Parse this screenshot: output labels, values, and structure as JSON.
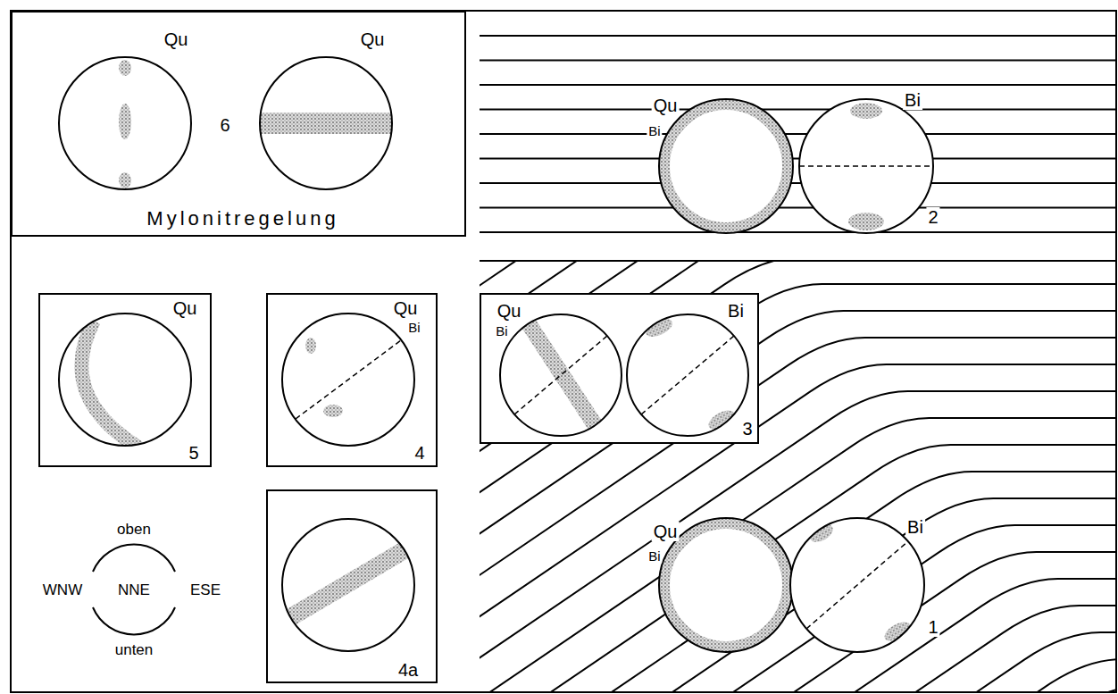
{
  "diagram": {
    "nodes": [
      {
        "text": [
          "Qu",
          "6",
          "Qu",
          "Mylonitregelung"
        ]
      },
      {
        "text": [
          "Qu",
          "5"
        ]
      },
      {
        "text": [
          "Qu",
          "Bi",
          "4"
        ]
      },
      {
        "text": [
          "4a"
        ]
      },
      {
        "text": [
          "Qu",
          "Bi",
          "Bi",
          "3"
        ]
      }
    ],
    "labels": [
      "Qu",
      "Bi",
      "Bi",
      "2",
      "oben",
      "WNW",
      "NNE",
      "ESE",
      "unten",
      "Qu",
      "Bi",
      "Bi",
      "1"
    ]
  }
}
